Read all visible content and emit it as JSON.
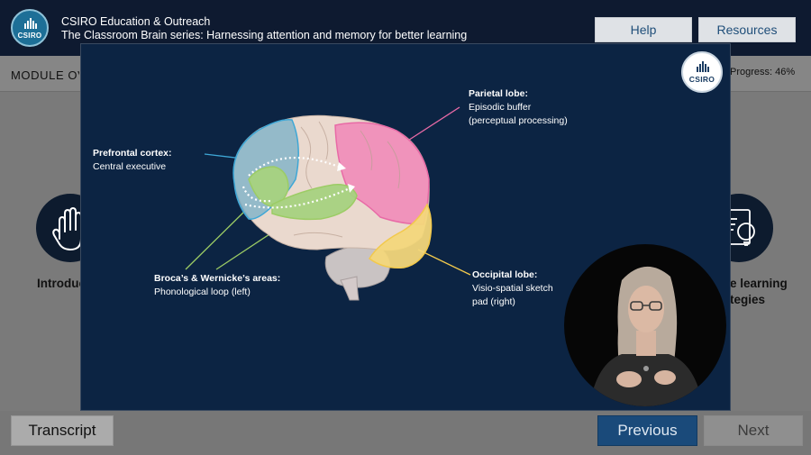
{
  "header": {
    "logo_text": "CSIRO",
    "org_title": "CSIRO Education & Outreach",
    "course_title": "The Classroom Brain series: Harnessing attention and memory for better learning",
    "help_label": "Help",
    "resources_label": "Resources"
  },
  "module": {
    "title": "MODULE OVERVIEW",
    "progress_label": "Progress:",
    "progress_value": "46%",
    "progress_fraction": 0.46,
    "left_card_label": "Introduction",
    "right_card_label_1": "e learning",
    "right_card_label_2": "tegies"
  },
  "modal": {
    "logo_text": "CSIRO",
    "labels": {
      "prefrontal_title": "Prefrontal cortex:",
      "prefrontal_desc": "Central executive",
      "parietal_title": "Parietal lobe:",
      "parietal_desc_1": "Episodic buffer",
      "parietal_desc_2": "(perceptual processing)",
      "broca_title": "Broca’s & Wernicke’s areas:",
      "broca_desc": "Phonological loop (left)",
      "occipital_title": "Occipital lobe:",
      "occipital_desc_1": "Visio-spatial sketch",
      "occipital_desc_2": "pad (right)"
    },
    "colors": {
      "background": "#0c2443",
      "prefrontal": "#8bb6c9",
      "parietal": "#f08fb9",
      "temporal": "#a7d27f",
      "occipital": "#f3d77b",
      "parietal_line": "#e86aa6",
      "frontal_line": "#3ea7d6",
      "temporal_line": "#9ccc65",
      "occipital_line": "#f2c94c"
    }
  },
  "footer": {
    "transcript_label": "Transcript",
    "previous_label": "Previous",
    "next_label": "Next"
  }
}
